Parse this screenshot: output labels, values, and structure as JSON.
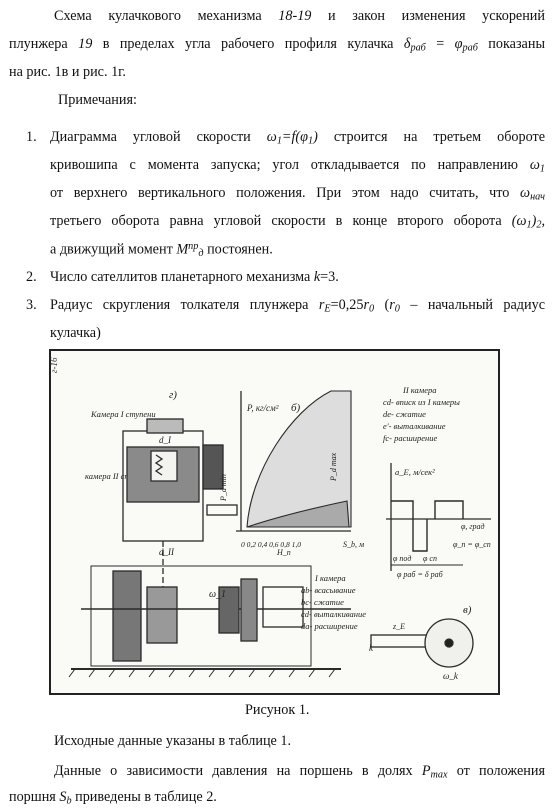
{
  "p1": {
    "l1": {
      "a": "Схема кулачкового механизма ",
      "b": "18-19",
      "c": " и закон изменения ускорений"
    },
    "l2": {
      "a": "плунжера ",
      "b": "19",
      "c": " в пределах угла рабочего профиля кулачка ",
      "d": "δ",
      "e": "раб",
      "f": " = ",
      "g": "φ",
      "h": "раб",
      "i": "  показаны"
    },
    "l3": "на рис. 1в и рис. 1г."
  },
  "notes_title": "Примечания:",
  "notes": [
    {
      "num": "1.",
      "l1": {
        "a": "Диаграмма угловой скорости ",
        "b": "ω",
        "c": "1",
        "d": "=f(φ",
        "e": "1",
        "f": ")",
        "g": "  строится на третьем обороте"
      },
      "l2": {
        "a": "кривошипа с момента запуска; угол  откладывается по направлению ",
        "b": "ω",
        "c": "1"
      },
      "l3": {
        "a": "от верхнего вертикального положения. При этом надо считать, что ",
        "b": "ω",
        "c": "нач"
      },
      "l4": {
        "a": "третьего оборота равна угловой скорости в конце второго оборота ",
        "b": "(ω",
        "c": "1",
        "d": ")",
        "e": "2",
        "f": ","
      },
      "l5": {
        "a": "а движущий момент ",
        "b": "M",
        "c": "пр",
        "d": "д",
        "e": " постоянен."
      }
    },
    {
      "num": "2.",
      "l1": {
        "a": "Число сателлитов планетарного механизма ",
        "b": "k",
        "c": "=3."
      }
    },
    {
      "num": "3.",
      "l1": {
        "a": "Радиус скругления толкателя плунжера ",
        "b": "r",
        "c": "E",
        "d": "=0,25",
        "e": "r",
        "f": "0",
        "g": " (",
        "h": "r",
        "i": "0",
        "j": " – начальный радиус"
      },
      "l2": "кулачка)"
    }
  ],
  "figure_labels": {
    "corner": "г-16",
    "g": "г)",
    "b": "б)",
    "v": "в)",
    "kamera1": "Камера I ступени",
    "kamera2": "камера II ступени",
    "axis_p": "P, кг/см²",
    "pmin": "P_d min",
    "pmax": "P_d max",
    "legend2_title": "II камера",
    "legend2_1": "cd- вписк из I камеры",
    "legend2_2": "de- сжатие",
    "legend2_3": "e'- выталкивание",
    "legend2_4": "fc- расширение",
    "legend1_title": "I камера",
    "legend1_1": "ab- всасывание",
    "legend1_2": "bc- сжатие",
    "legend1_3": "cd- выталкивание",
    "legend1_4": "da- расширение",
    "accel": "a_E, м/сек²",
    "phi_rad": "φ, град",
    "phi_eq": "φ_п = φ_сп",
    "phi_rab": "φ раб = δ раб",
    "phi_pod": "φ под",
    "phi_sp": "φ сп",
    "sb": "S_b, м",
    "hn": "H_n",
    "ticks": "0  0,2  0,4  0,6  0,8  1,0",
    "ze": "z_E",
    "wk": "ω_k",
    "w1": "ω_1",
    "d1": "d_I",
    "d2": "d_II",
    "k": "k"
  },
  "caption": "Рисунок 1.",
  "after1": "Исходные данные указаны в таблице 1.",
  "after2": {
    "a": "Данные о зависимости давления на поршень в долях ",
    "b": "P",
    "c": "max",
    "d": " от положения"
  },
  "after3": {
    "a": "поршня ",
    "b": "S",
    "c": "b",
    "d": " приведены в таблице 2."
  }
}
